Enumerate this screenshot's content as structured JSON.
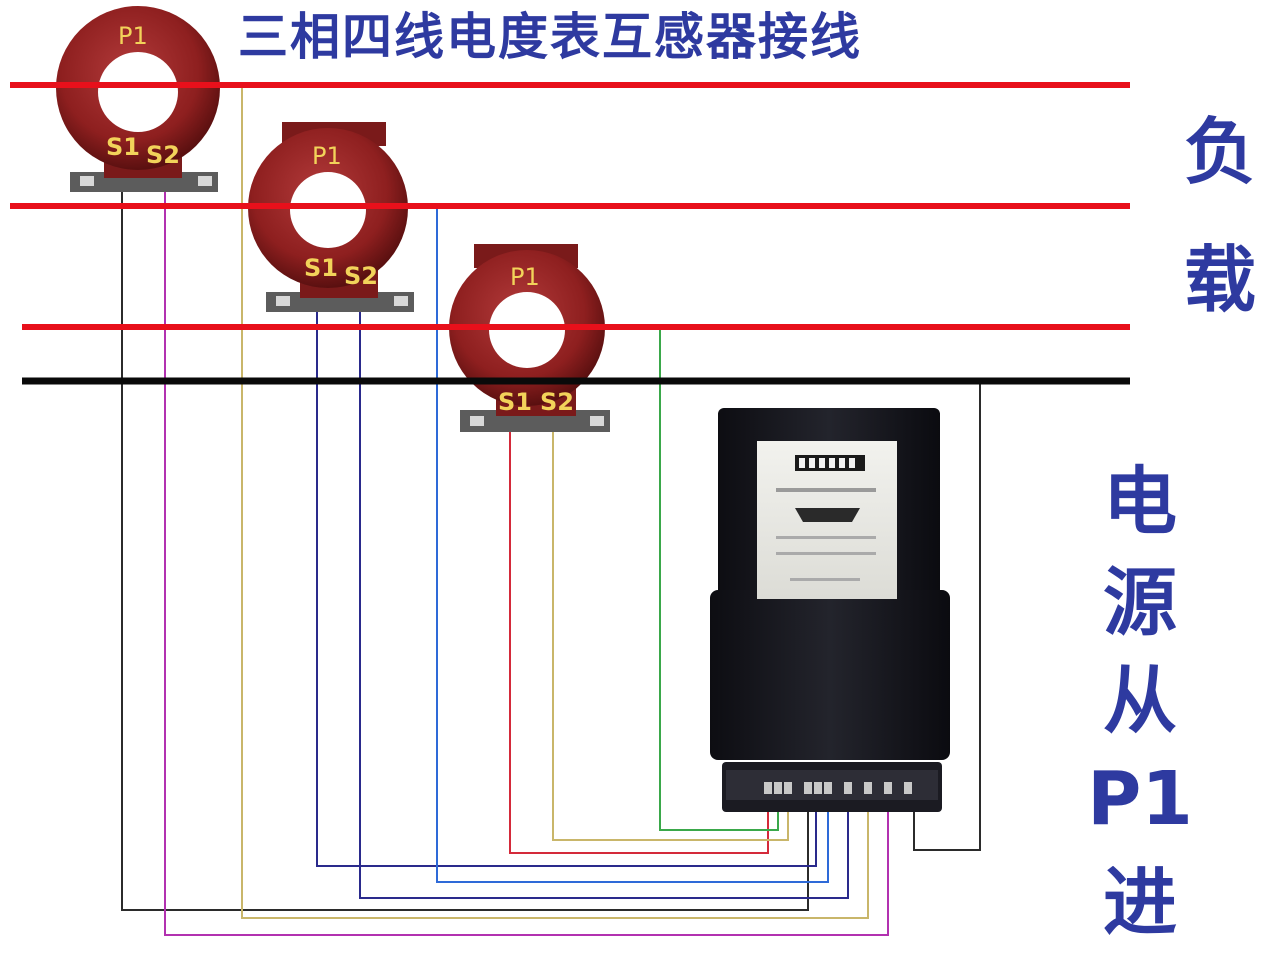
{
  "title": "三相四线电度表互感器接线",
  "side_load": [
    "负",
    "载"
  ],
  "side_source": [
    "电",
    "源",
    "从",
    "P1",
    "进"
  ],
  "ct_labels": {
    "p1": "P1",
    "s1": "S1",
    "s2": "S2"
  },
  "colors": {
    "title_blue": "#2e3aa0",
    "phase_line": "#e8101b",
    "neutral_line": "#0a0a0a",
    "ct_body": "#8e1f1f",
    "ct_label": "#f2d35a",
    "wire_black": "#2b2b2b",
    "wire_purple": "#b231b0",
    "wire_red": "#d42a3a",
    "wire_navy": "#2a2a8c",
    "wire_blue": "#2e6ad8",
    "wire_green": "#3aa84a",
    "wire_khaki": "#c9b66a"
  }
}
